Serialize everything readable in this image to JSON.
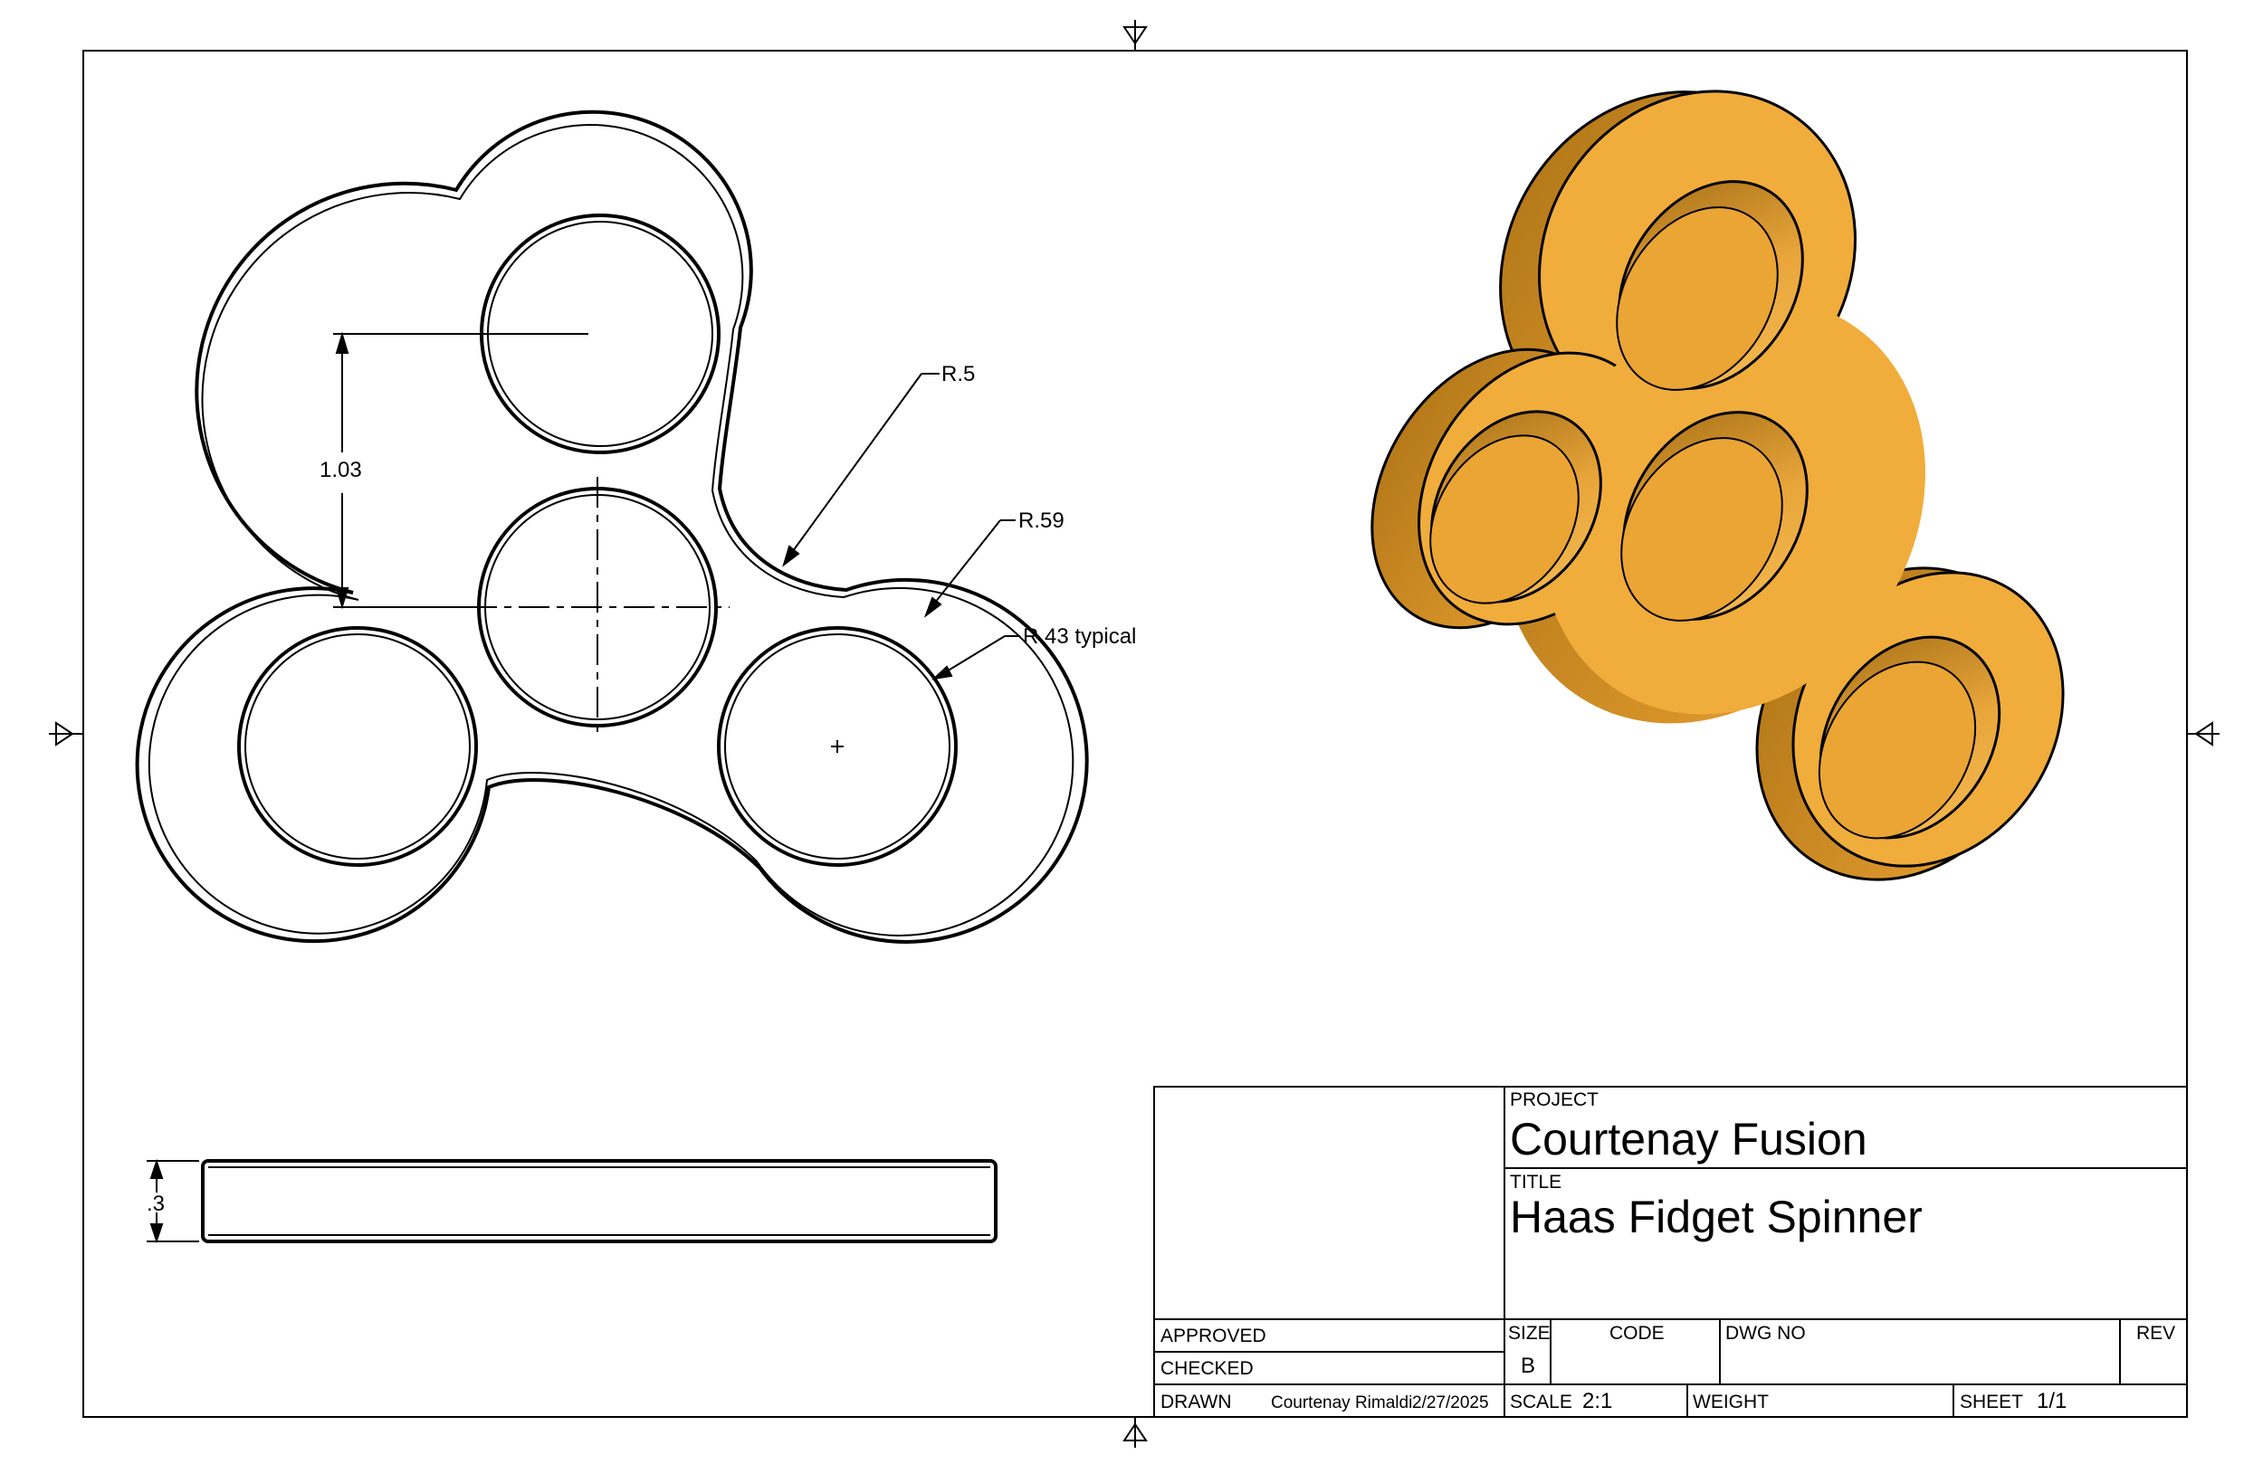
{
  "dimensions": {
    "height_1": "1.03",
    "radius_1": "R.5",
    "radius_2": "R.59",
    "radius_3": "R.43 typical",
    "thickness": ".3"
  },
  "title_block": {
    "project_label": "PROJECT",
    "project_value": "Courtenay Fusion",
    "title_label": "TITLE",
    "title_value": "Haas Fidget Spinner",
    "approved_label": "APPROVED",
    "checked_label": "CHECKED",
    "drawn_label": "DRAWN",
    "drawn_by": "Courtenay Rimaldi",
    "drawn_date": "2/27/2025",
    "size_label": "SIZE",
    "size_value": "B",
    "code_label": "CODE",
    "dwg_no_label": "DWG NO",
    "rev_label": "REV",
    "scale_label": "SCALE",
    "scale_value": "2:1",
    "weight_label": "WEIGHT",
    "sheet_label": "SHEET",
    "sheet_value": "1/1"
  },
  "colors": {
    "part_body": "#f0ad3c",
    "part_shade": "#c98a22",
    "line": "#000000"
  }
}
